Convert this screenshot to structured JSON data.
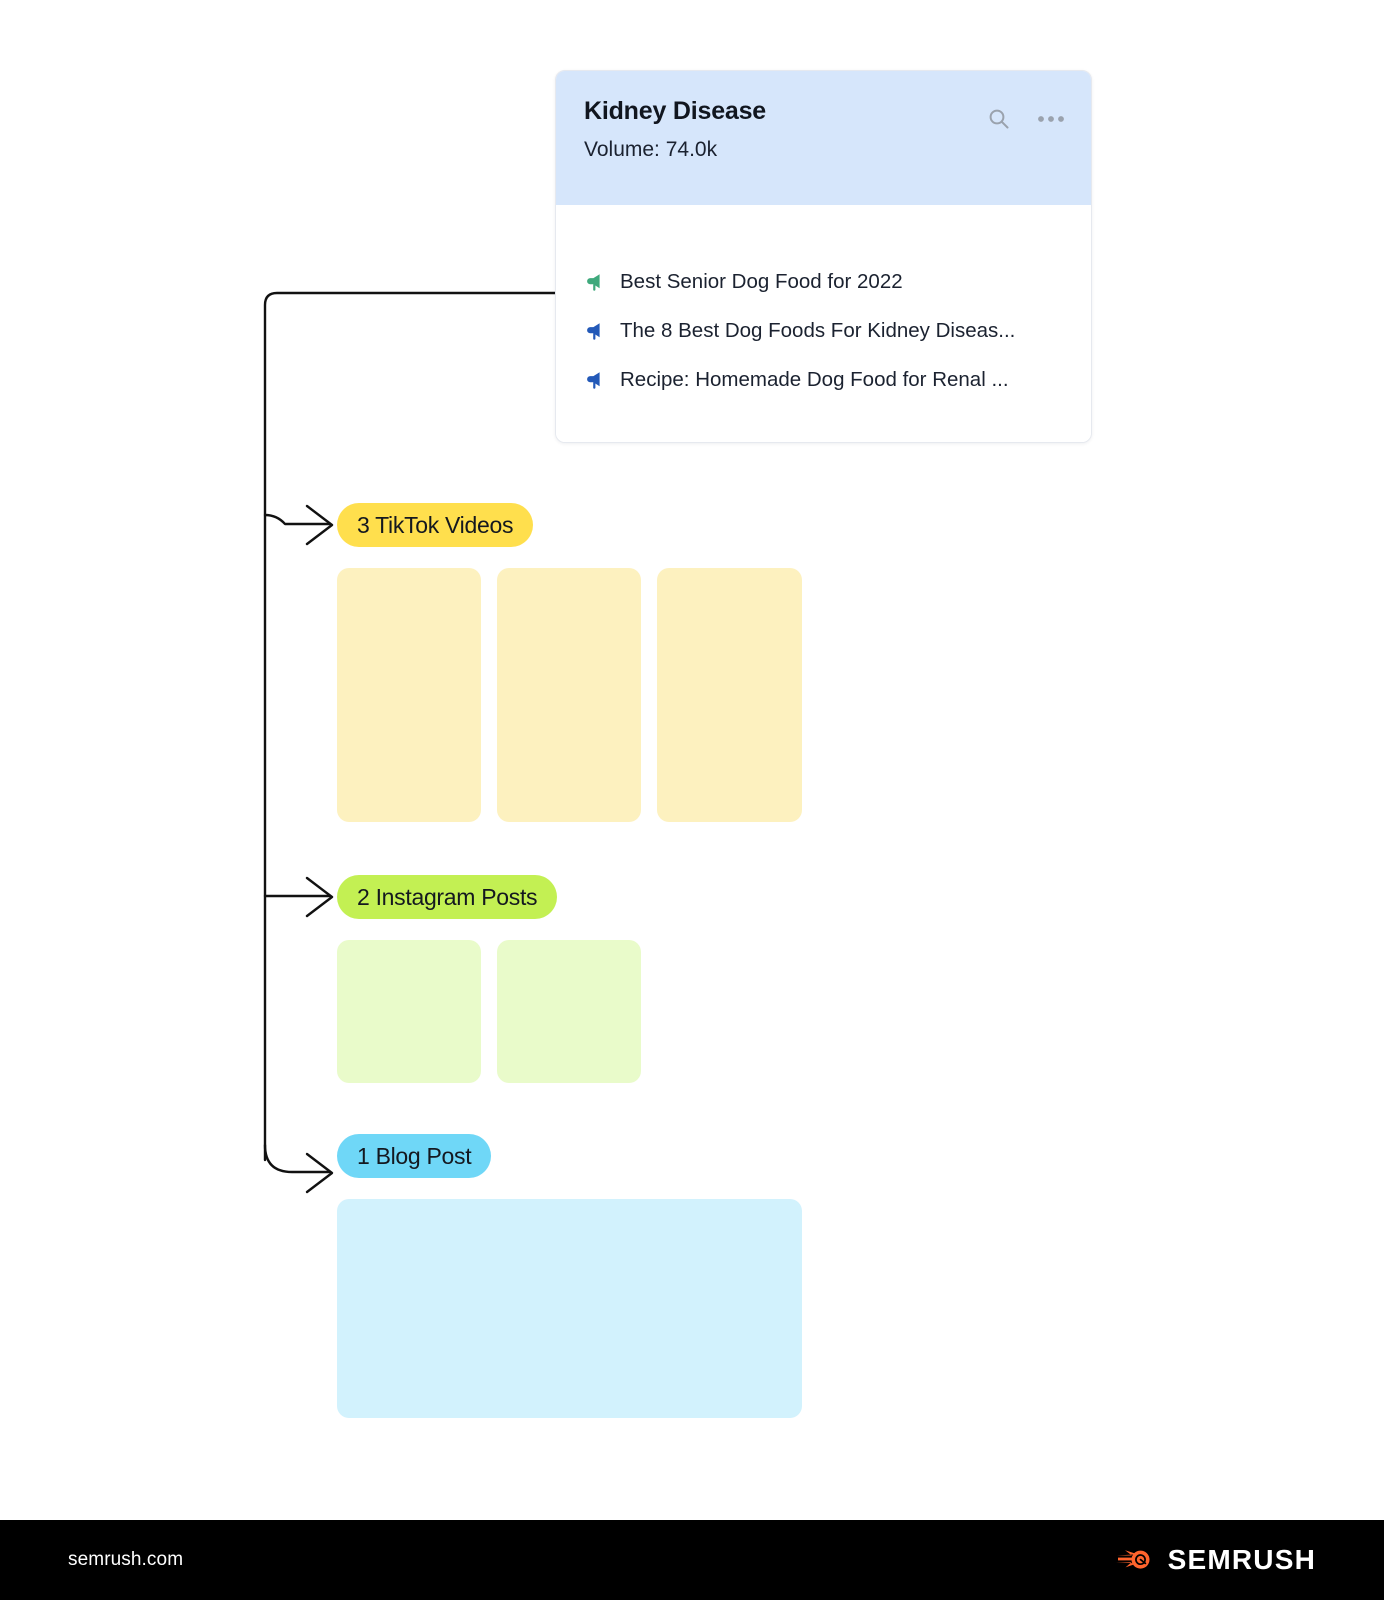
{
  "card": {
    "title": "Kidney Disease",
    "volume_label": "Volume:",
    "volume_value": "74.0k",
    "search_icon": "search-icon",
    "more_icon": "more-options-icon",
    "header_bg": "#d6e6fb",
    "results": [
      {
        "icon": "megaphone-icon",
        "icon_color": "#3fa97c",
        "text": "Best Senior Dog Food for 2022"
      },
      {
        "icon": "megaphone-icon",
        "icon_color": "#2359b8",
        "text": "The 8 Best Dog Foods For Kidney Diseas..."
      },
      {
        "icon": "megaphone-icon",
        "icon_color": "#2359b8",
        "text": "Recipe: Homemade Dog Food for Renal ..."
      }
    ]
  },
  "groups": [
    {
      "label": "3 TikTok Videos",
      "pill_color": "#ffdf4d",
      "box_color": "#fdf1bf",
      "count": 3
    },
    {
      "label": "2 Instagram Posts",
      "pill_color": "#c3f053",
      "box_color": "#e9fbca",
      "count": 2
    },
    {
      "label": "1 Blog Post",
      "pill_color": "#6fd7f7",
      "box_color": "#d2f2fd",
      "count": 1
    }
  ],
  "footer": {
    "url": "semrush.com",
    "brand": "SEMRUSH",
    "brand_color": "#ff642d",
    "bg": "#000000"
  }
}
